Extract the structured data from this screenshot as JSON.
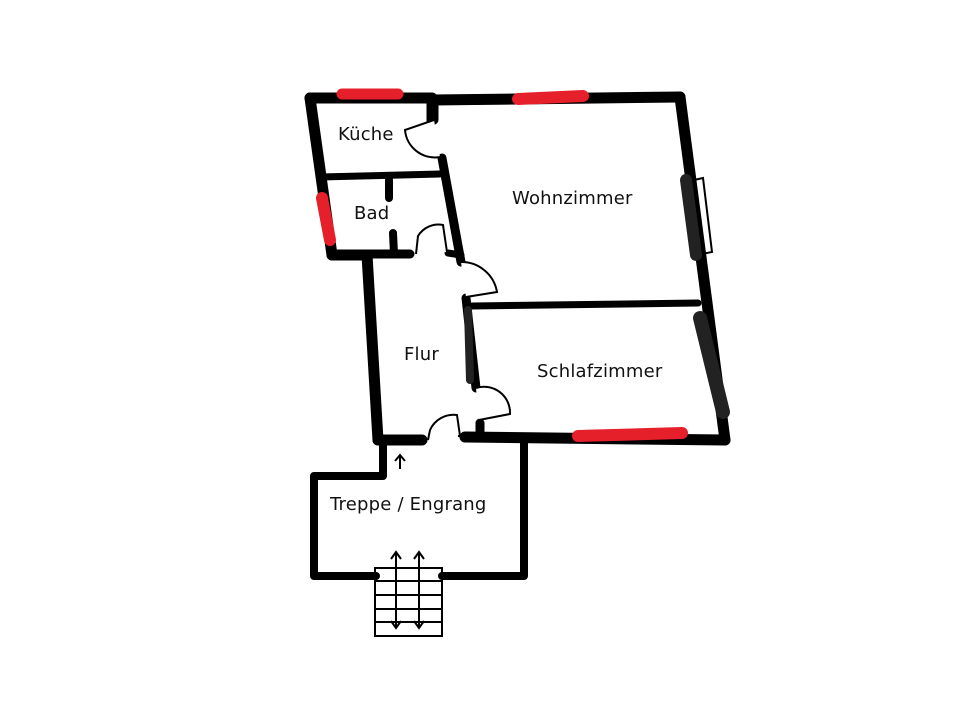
{
  "floorplan": {
    "rooms": [
      {
        "id": "kueche",
        "label": "Küche"
      },
      {
        "id": "bad",
        "label": "Bad"
      },
      {
        "id": "wohnzimmer",
        "label": "Wohnzimmer"
      },
      {
        "id": "flur",
        "label": "Flur"
      },
      {
        "id": "schlafzimmer",
        "label": "Schlafzimmer"
      },
      {
        "id": "treppe",
        "label": "Treppe / Engrang"
      }
    ],
    "colors": {
      "wall": "#000000",
      "window_marker": "#e5202b",
      "window_dark": "#222222",
      "background": "#ffffff"
    },
    "symbols": {
      "entry_arrow": "↑",
      "stairs": "stairs-up-down"
    }
  }
}
